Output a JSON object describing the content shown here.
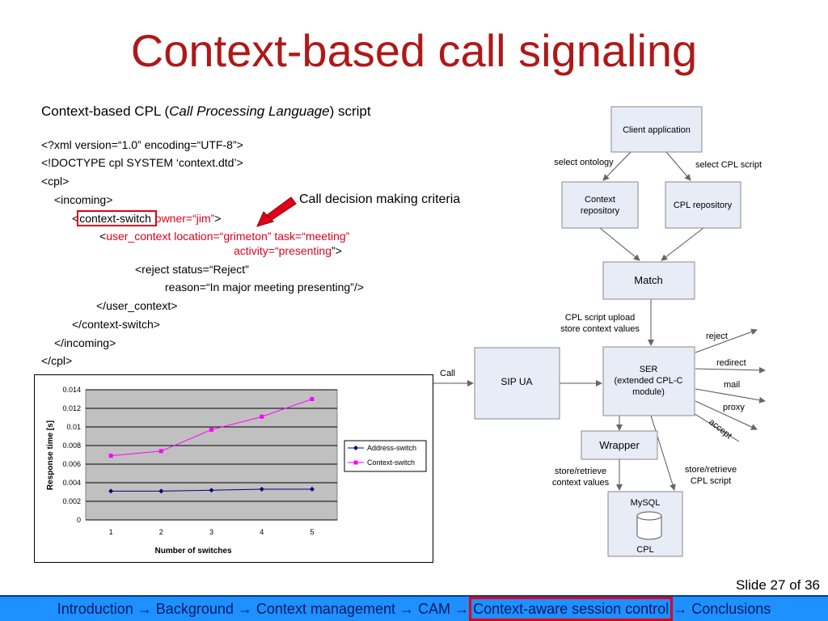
{
  "title": "Context-based call signaling",
  "subtitle": {
    "pre": "Context-based  CPL (",
    "em": "Call Processing Language",
    "post": ") script"
  },
  "code": {
    "l1": "<?xml version=“1.0” encoding=“UTF-8”>",
    "l2": "<!DOCTYPE cpl SYSTEM ‘context.dtd’>",
    "l3": "<cpl>",
    "l4": "<incoming>",
    "l5_open": "<",
    "l5_box": "context-switch ",
    "l5_red": "owner=“jim”",
    "l5_close": ">",
    "l6_open": "<",
    "l6_red": "user_context location=“grimeton” task=“meeting”",
    "l7_red": "activity=“presenting",
    "l7_close": "”>",
    "l8": "<reject status=“Reject”",
    "l9": "reason=“In major meeting presenting”/>",
    "l10": "</user_context>",
    "l11": "</context-switch>",
    "l12": "</incoming>",
    "l13": "</cpl>"
  },
  "callout": "Call decision making criteria",
  "colors": {
    "title": "#b01818",
    "highlight": "#e0001a",
    "footer_bg": "#1e90ff",
    "box_fill": "#e8ecf7",
    "plot_bg": "#c0c0c0",
    "address_series": "#000080",
    "context_series": "#ff00ff"
  },
  "chart_data": {
    "type": "line",
    "x": [
      1,
      2,
      3,
      4,
      5
    ],
    "xlabel": "Number of switches",
    "ylabel": "Response time [s]",
    "ylim": [
      0,
      0.014
    ],
    "yticks": [
      "0",
      "0.002",
      "0.004",
      "0.006",
      "0.008",
      "0.01",
      "0.012",
      "0.014"
    ],
    "xticks": [
      "1",
      "2",
      "3",
      "4",
      "5"
    ],
    "grid": true,
    "legend": "right",
    "series": [
      {
        "name": "Address-switch",
        "values": [
          0.0031,
          0.0031,
          0.0032,
          0.0033,
          0.0033
        ],
        "color": "#000080",
        "marker": "diamond"
      },
      {
        "name": "Context-switch",
        "values": [
          0.0069,
          0.0074,
          0.0097,
          0.0111,
          0.013
        ],
        "color": "#ff00ff",
        "marker": "square"
      }
    ]
  },
  "diagram": {
    "client_app": "Client application",
    "select_ontology": "select ontology",
    "select_cpl_script": "select CPL script",
    "context_repo_1": "Context",
    "context_repo_2": "repository",
    "cpl_repo": "CPL repository",
    "match": "Match",
    "upload_1": "CPL script upload",
    "upload_2": "store context values",
    "call": "Call",
    "sip_ua": "SIP UA",
    "ser_1": "SER",
    "ser_2": "(extended CPL-C",
    "ser_3": "module)",
    "out_reject": "reject",
    "out_redirect": "redirect",
    "out_mail": "mail",
    "out_proxy": "proxy",
    "out_accept": "accept",
    "wrapper": "Wrapper",
    "store_ctx_1": "store/retrieve",
    "store_ctx_2": "context values",
    "store_cpl_1": "store/retrieve",
    "store_cpl_2": "CPL script",
    "mysql": "MySQL",
    "cpl_db": "CPL"
  },
  "slide_number": "Slide 27 of 36",
  "footer": {
    "items": [
      "Introduction",
      "Background",
      "Context management",
      "CAM"
    ],
    "current": "Context-aware session control",
    "after": "Conclusions",
    "arrow": "→"
  }
}
